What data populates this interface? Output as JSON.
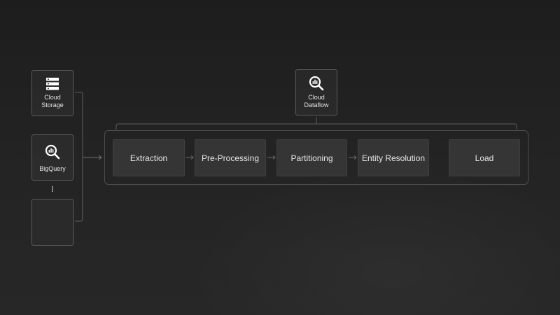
{
  "sources": {
    "storage": {
      "label": "Cloud\nStorage",
      "icon": "storage-server-icon"
    },
    "bigquery": {
      "label": "BigQuery",
      "icon": "bigquery-icon"
    },
    "more_indicator": "vertical-ellipsis"
  },
  "processor": {
    "label": "Cloud\nDataflow",
    "icon": "dataflow-icon"
  },
  "pipeline": {
    "stages": [
      {
        "label": "Extraction"
      },
      {
        "label": "Pre-Processing"
      },
      {
        "label": "Partitioning"
      },
      {
        "label": "Entity Resolution"
      },
      {
        "label": "Load"
      }
    ]
  },
  "colors": {
    "background": "#222222",
    "box_border": "#5a5a5a",
    "stage_fill": "#353535",
    "connector": "#6e6e6e",
    "text": "#e6e6e6"
  }
}
